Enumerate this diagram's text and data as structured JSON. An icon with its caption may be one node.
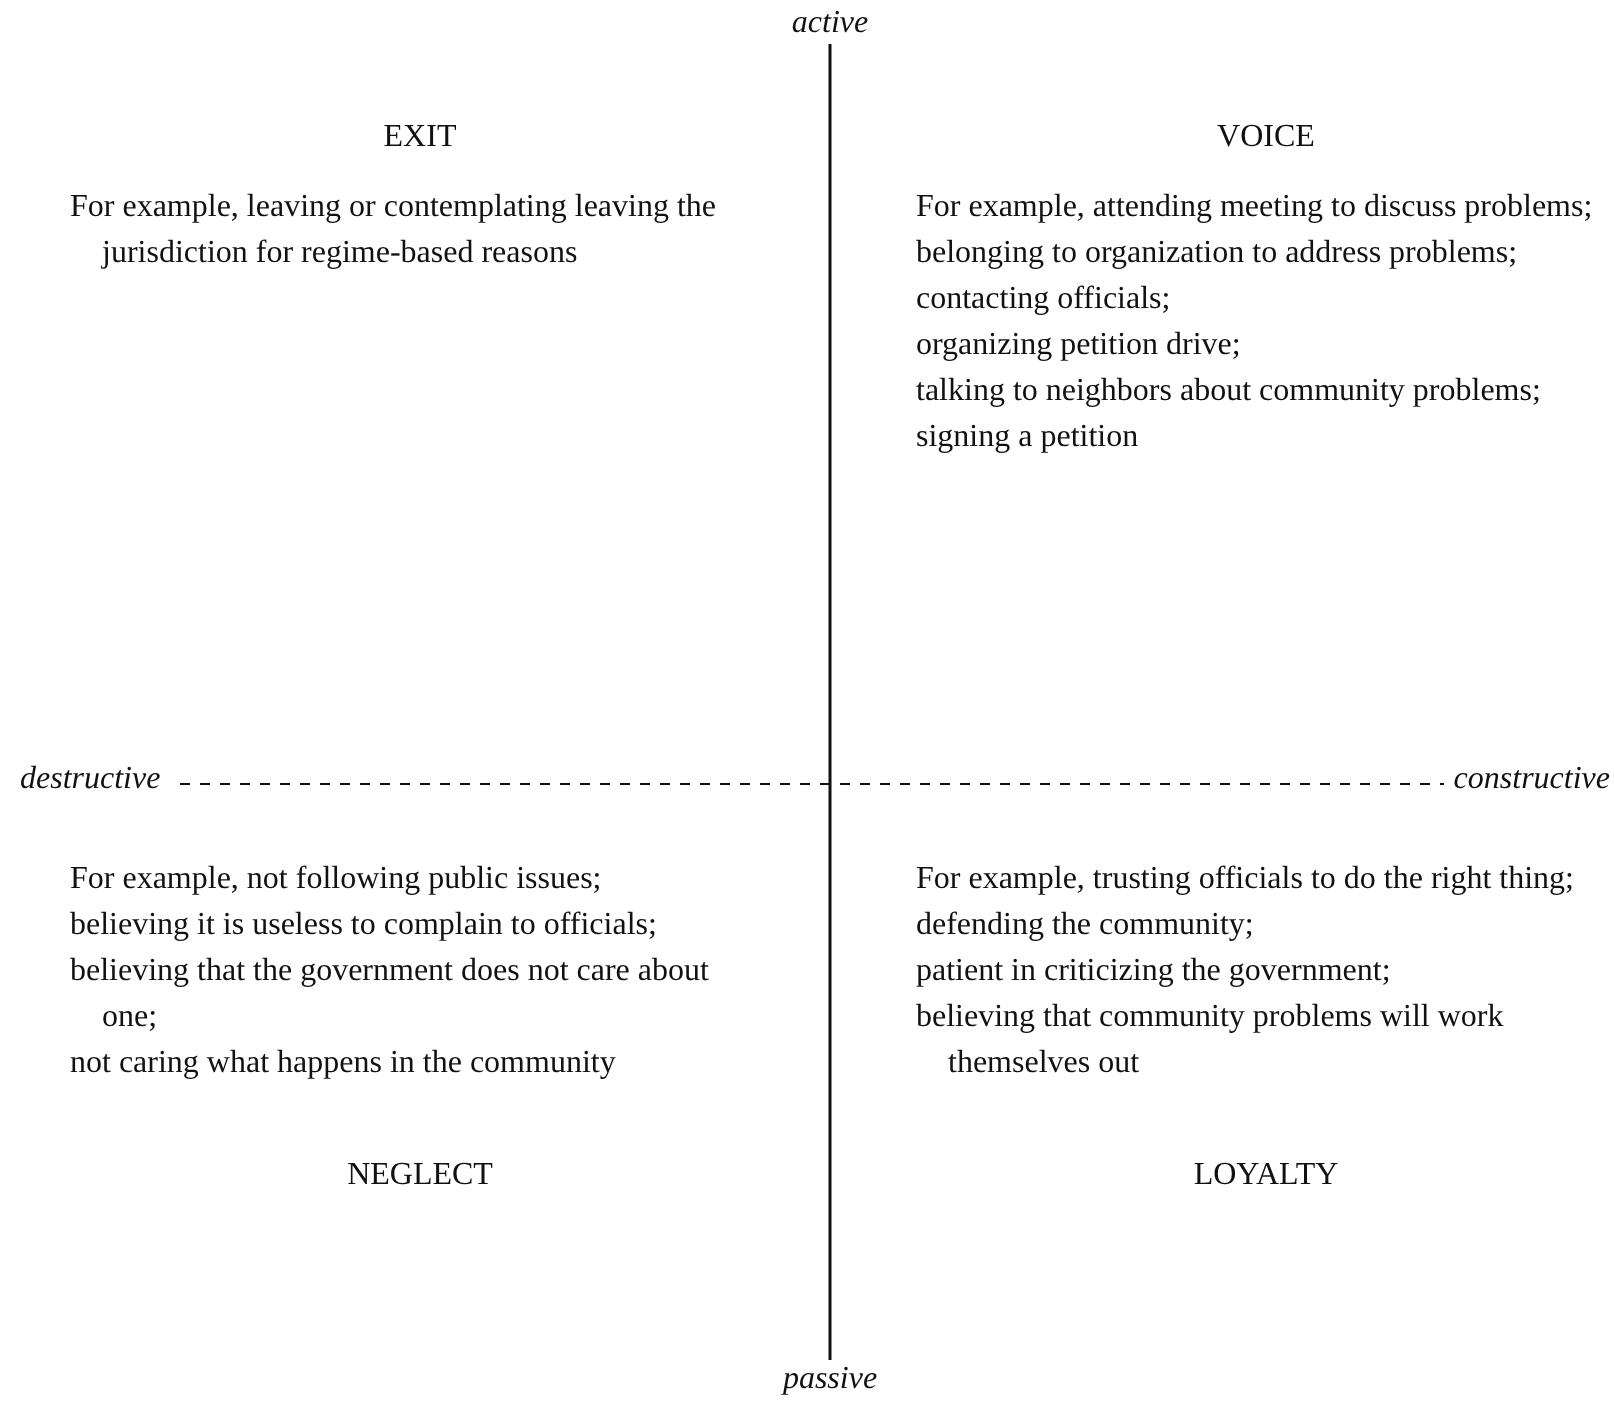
{
  "diagram": {
    "labels": [
      "active",
      "EXIT",
      "For example, leaving or contemplating leaving the jurisdiction for regime-based reasons",
      "VOICE",
      "For example, attending meeting to discuss problems;",
      "belonging to organization to address problems;",
      "contacting officials;",
      "organizing petition drive;",
      "talking to neighbors about community problems;",
      "signing a petition",
      "destructive",
      "constructive",
      "For example, not following public issues;",
      "believing it is useless to complain to officials;",
      "believing that the government does not care about one;",
      "not caring what happens in the community",
      "NEGLECT",
      "For example, trusting officials to do the right thing;",
      "defending the community;",
      "patient in criticizing the government;",
      "believing that community problems will work themselves out",
      "LOYALTY",
      "passive"
    ]
  }
}
